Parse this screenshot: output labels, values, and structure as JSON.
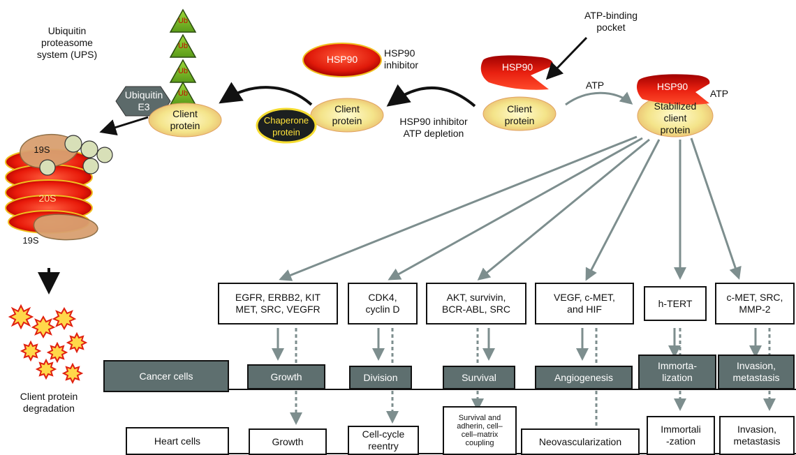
{
  "ups": {
    "title": "Ubiquitin\nproteasome\nsystem (UPS)",
    "ub_label": "Ub",
    "ubiquitin_e3": "Ubiquitin\nE3",
    "proteasome_top": "19S",
    "proteasome_core": "20S",
    "proteasome_bottom": "19S"
  },
  "inhibitor": {
    "hsp90_label": "HSP90",
    "caption": "HSP90\ninhibitor"
  },
  "atp_pocket": {
    "caption": "ATP-binding\npocket"
  },
  "proteins": {
    "client_ub": "Client\nprotein",
    "chaperone": "Chaperone\nprotein",
    "client_mid": "Client\nprotein",
    "client_right": "Client\nprotein",
    "hsp90_top": "HSP90",
    "hsp90_stab": "HSP90",
    "stabilized": "Stabilized\nclient\nprotein"
  },
  "labels": {
    "inhibit_depletion": "HSP90 inhibitor\nATP depletion",
    "atp_arrow": "ATP",
    "atp_side": "ATP",
    "degradation": "Client protein\ndegradation"
  },
  "targets": [
    {
      "text": "EGFR, ERBB2, KIT\nMET, SRC, VEGFR"
    },
    {
      "text": "CDK4,\ncyclin D"
    },
    {
      "text": "AKT, survivin,\nBCR-ABL, SRC"
    },
    {
      "text": "VEGF, c-MET,\nand HIF"
    },
    {
      "text": "h-TERT"
    },
    {
      "text": "c-MET, SRC,\nMMP-2"
    }
  ],
  "cancer_row": {
    "label": "Cancer cells",
    "items": [
      "Growth",
      "Division",
      "Survival",
      "Angiogenesis",
      "Immorta-\nlization",
      "Invasion,\nmetastasis"
    ]
  },
  "heart_row": {
    "label": "Heart cells",
    "items": [
      "Growth",
      "Cell-cycle\nreentry",
      "Survival and\nadherin, cell–\ncell–matrix\ncoupling",
      "Neovascularization",
      "Immortali\n-zation",
      "Invasion,\nmetastasis"
    ]
  },
  "colors": {
    "gray_arrow": "#7d8e8e",
    "gray_box": "#5e6f6f",
    "hsp90_red": "#e02010",
    "client_yellow": "#f3e58e"
  }
}
